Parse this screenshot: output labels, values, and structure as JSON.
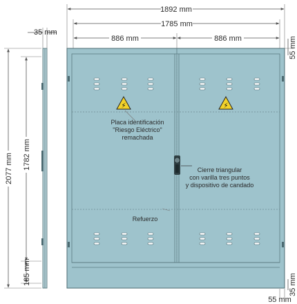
{
  "dimensions": {
    "overall_width": "1892 mm",
    "inner_width": "1785 mm",
    "leaf_left_width": "886 mm",
    "leaf_right_width": "886 mm",
    "side_profile_thickness": "35 mm",
    "top_margin": "55 mm",
    "overall_height": "2077 mm",
    "inner_height": "1782 mm",
    "bottom_band": "185 mm",
    "bottom_margin": "35 mm",
    "bottom_right": "55 mm"
  },
  "annotations": {
    "plate_line1": "Placa identificación",
    "plate_line2": "\"Riesgo Eléctrico\"",
    "plate_line3": "remachada",
    "lock_line1": "Cierre triangular",
    "lock_line2": "con varilla tres puntos",
    "lock_line3": "y dispositivo de candado",
    "reinforcement": "Refuerzo"
  },
  "warning_sign": {
    "symbol": "⚡",
    "color": "#f2d22a"
  },
  "colors": {
    "panel_fill": "#9ec3cc",
    "panel_stroke": "#4d6b72",
    "dimension_line": "#555555"
  }
}
